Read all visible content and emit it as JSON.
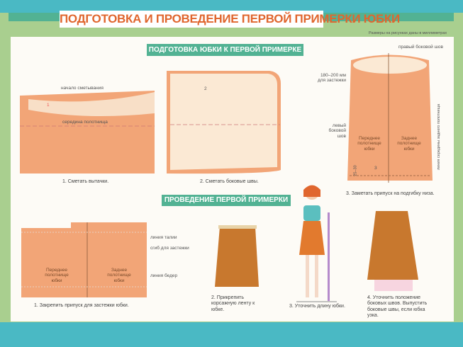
{
  "title": "ПОДГОТОВКА И ПРОВЕДЕНИЕ ПЕРВОЙ ПРИМЕРКИ ЮБКИ",
  "note": "Размеры на рисунках даны в миллиметрах",
  "section1": {
    "header": "ПОДГОТОВКА ЮБКИ К ПЕРВОЙ ПРИМЕРКЕ",
    "step1": {
      "caption": "1. Сметать вытачки.",
      "label_start": "начало сметывания",
      "label_middle": "середина полотнища",
      "marker": "1"
    },
    "step2": {
      "caption": "2. Сметать боковые швы.",
      "marker": "2"
    },
    "step3": {
      "caption": "3. Заметать припуск на подгибку низа.",
      "label_right_seam": "правый боковой шов",
      "label_zip": "180–200 мм для застежки",
      "label_left_seam": "левый боковой шов",
      "front": "Переднее полотнище юбки",
      "back": "Заднее полотнище юбки",
      "back_center": "линия середины заднего полотнища",
      "hem": "25–30",
      "marker": "3"
    }
  },
  "section2": {
    "header": "ПРОВЕДЕНИЕ ПЕРВОЙ ПРИМЕРКИ",
    "step1": {
      "caption": "1. Закрепить припуск для застежки юбки.",
      "waist": "линия талии",
      "fold": "сгиб для застежки",
      "hip": "линия бедер",
      "front": "Переднее полотнище юбки",
      "back": "Заднее полотнище юбки"
    },
    "step2": {
      "caption": "2. Прикрепить корсажную ленту к юбке."
    },
    "step3": {
      "caption": "3. Уточнить длину юбки."
    },
    "step4": {
      "caption": "4. Уточнить положение боковых швов. Выпустить боковые швы, если юбка узка."
    }
  },
  "colors": {
    "fabric": "#f2a577",
    "accent": "#e0662e",
    "green": "#52b293",
    "teal": "#4ab9c4"
  }
}
